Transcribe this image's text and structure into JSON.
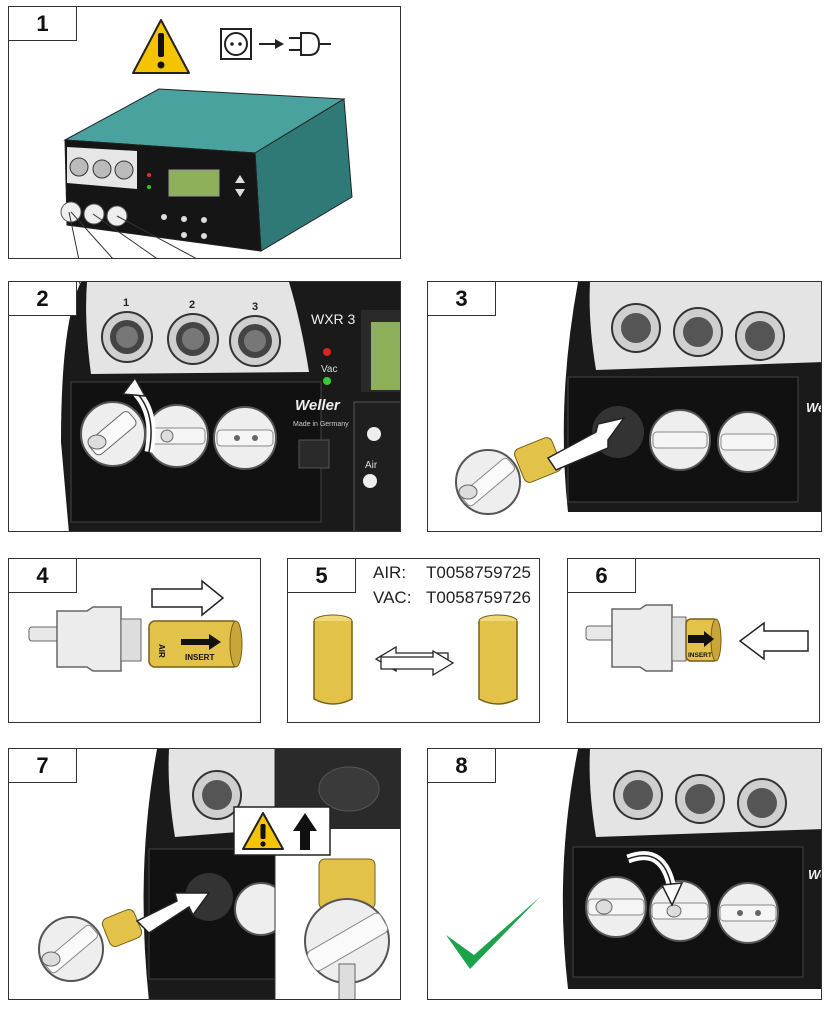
{
  "steps": [
    {
      "number": "1"
    },
    {
      "number": "2"
    },
    {
      "number": "3"
    },
    {
      "number": "4"
    },
    {
      "number": "5"
    },
    {
      "number": "6"
    },
    {
      "number": "7"
    },
    {
      "number": "8"
    }
  ],
  "device": {
    "brand": "Weller",
    "brand_subtitle": "Made in Germany",
    "model": "WXR 3",
    "port_labels": [
      "1",
      "2",
      "3"
    ],
    "vac_label": "Vac",
    "air_label": "Air"
  },
  "insert": {
    "label_air": "AIR",
    "label_insert": "INSERT"
  },
  "part_numbers": {
    "air_label": "AIR:",
    "air_value": "T0058759725",
    "vac_label": "VAC:",
    "vac_value": "T0058759726"
  },
  "icons": [
    "warning-icon",
    "socket-icon",
    "arrow-right-icon",
    "plug-icon",
    "checkmark-icon"
  ],
  "colors": {
    "warning_yellow": "#f5c400",
    "device_teal": "#3f8f8c",
    "insert_gold": "#e3c24a",
    "check_green": "#1aa34a"
  }
}
